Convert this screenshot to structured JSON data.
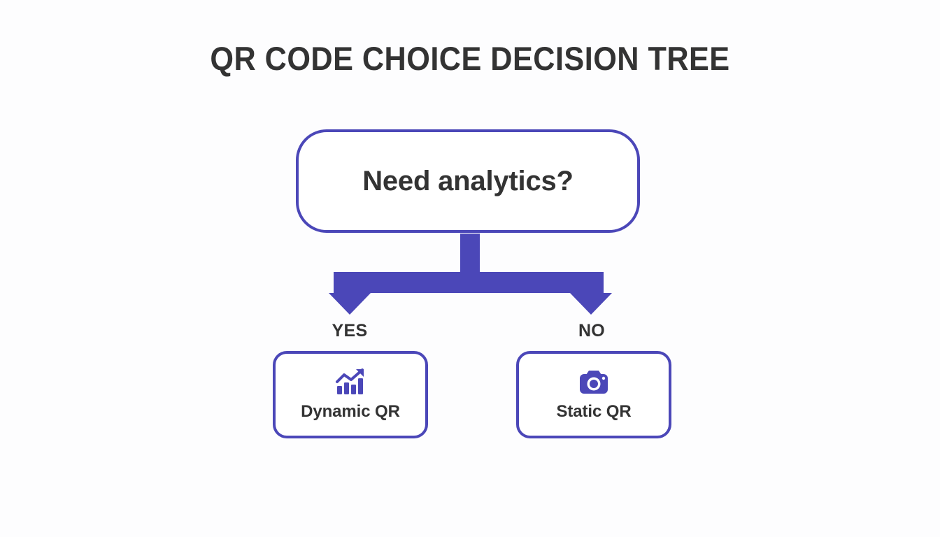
{
  "page": {
    "title": "QR CODE CHOICE DECISION TREE",
    "background_color": "#fdfdfe",
    "accent_color": "#4b47b8",
    "text_color": "#333333"
  },
  "diagram": {
    "type": "decision-tree",
    "root": {
      "id": "need-analytics",
      "label": "Need analytics?",
      "shape": "rounded-rectangle",
      "border_color": "#4b47b8",
      "fill_color": "#ffffff"
    },
    "branches": [
      {
        "id": "branch-yes",
        "label": "YES",
        "direction": "left",
        "arrow_color": "#4b47b8",
        "target": "dynamic-qr"
      },
      {
        "id": "branch-no",
        "label": "NO",
        "direction": "right",
        "arrow_color": "#4b47b8",
        "target": "static-qr"
      }
    ],
    "leaves": [
      {
        "id": "dynamic-qr",
        "label": "Dynamic QR",
        "icon": "growth-chart-icon",
        "icon_color": "#4b47b8",
        "shape": "rounded-rectangle",
        "border_color": "#4b47b8",
        "fill_color": "#ffffff"
      },
      {
        "id": "static-qr",
        "label": "Static QR",
        "icon": "camera-icon",
        "icon_color": "#4b47b8",
        "shape": "rounded-rectangle",
        "border_color": "#4b47b8",
        "fill_color": "#ffffff"
      }
    ]
  }
}
